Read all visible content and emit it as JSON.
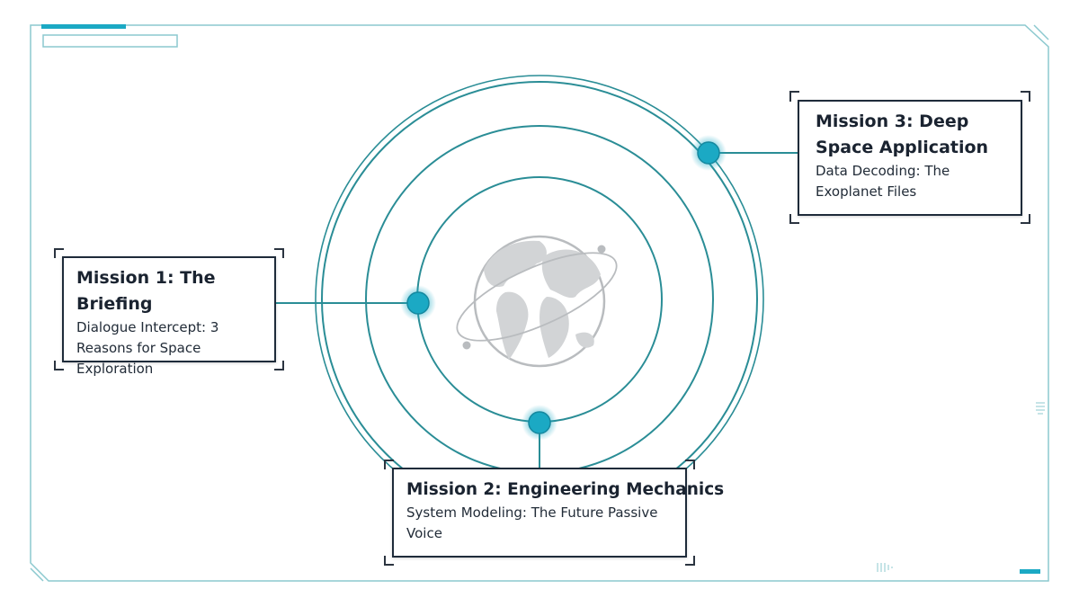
{
  "diagram": {
    "accent_color": "#1ba9c4",
    "line_color": "#2a8d96",
    "frame_color": "#8cc9cf",
    "center_icon": "globe-icon",
    "missions": [
      {
        "title": "Mission 1: The Briefing",
        "subtitle": "Dialogue Intercept: 3 Reasons for Space Exploration"
      },
      {
        "title": "Mission 2: Engineering Mechanics",
        "subtitle": "System Modeling: The Future Passive Voice"
      },
      {
        "title": "Mission 3: Deep Space Application",
        "subtitle": "Data Decoding: The Exoplanet Files"
      }
    ]
  }
}
